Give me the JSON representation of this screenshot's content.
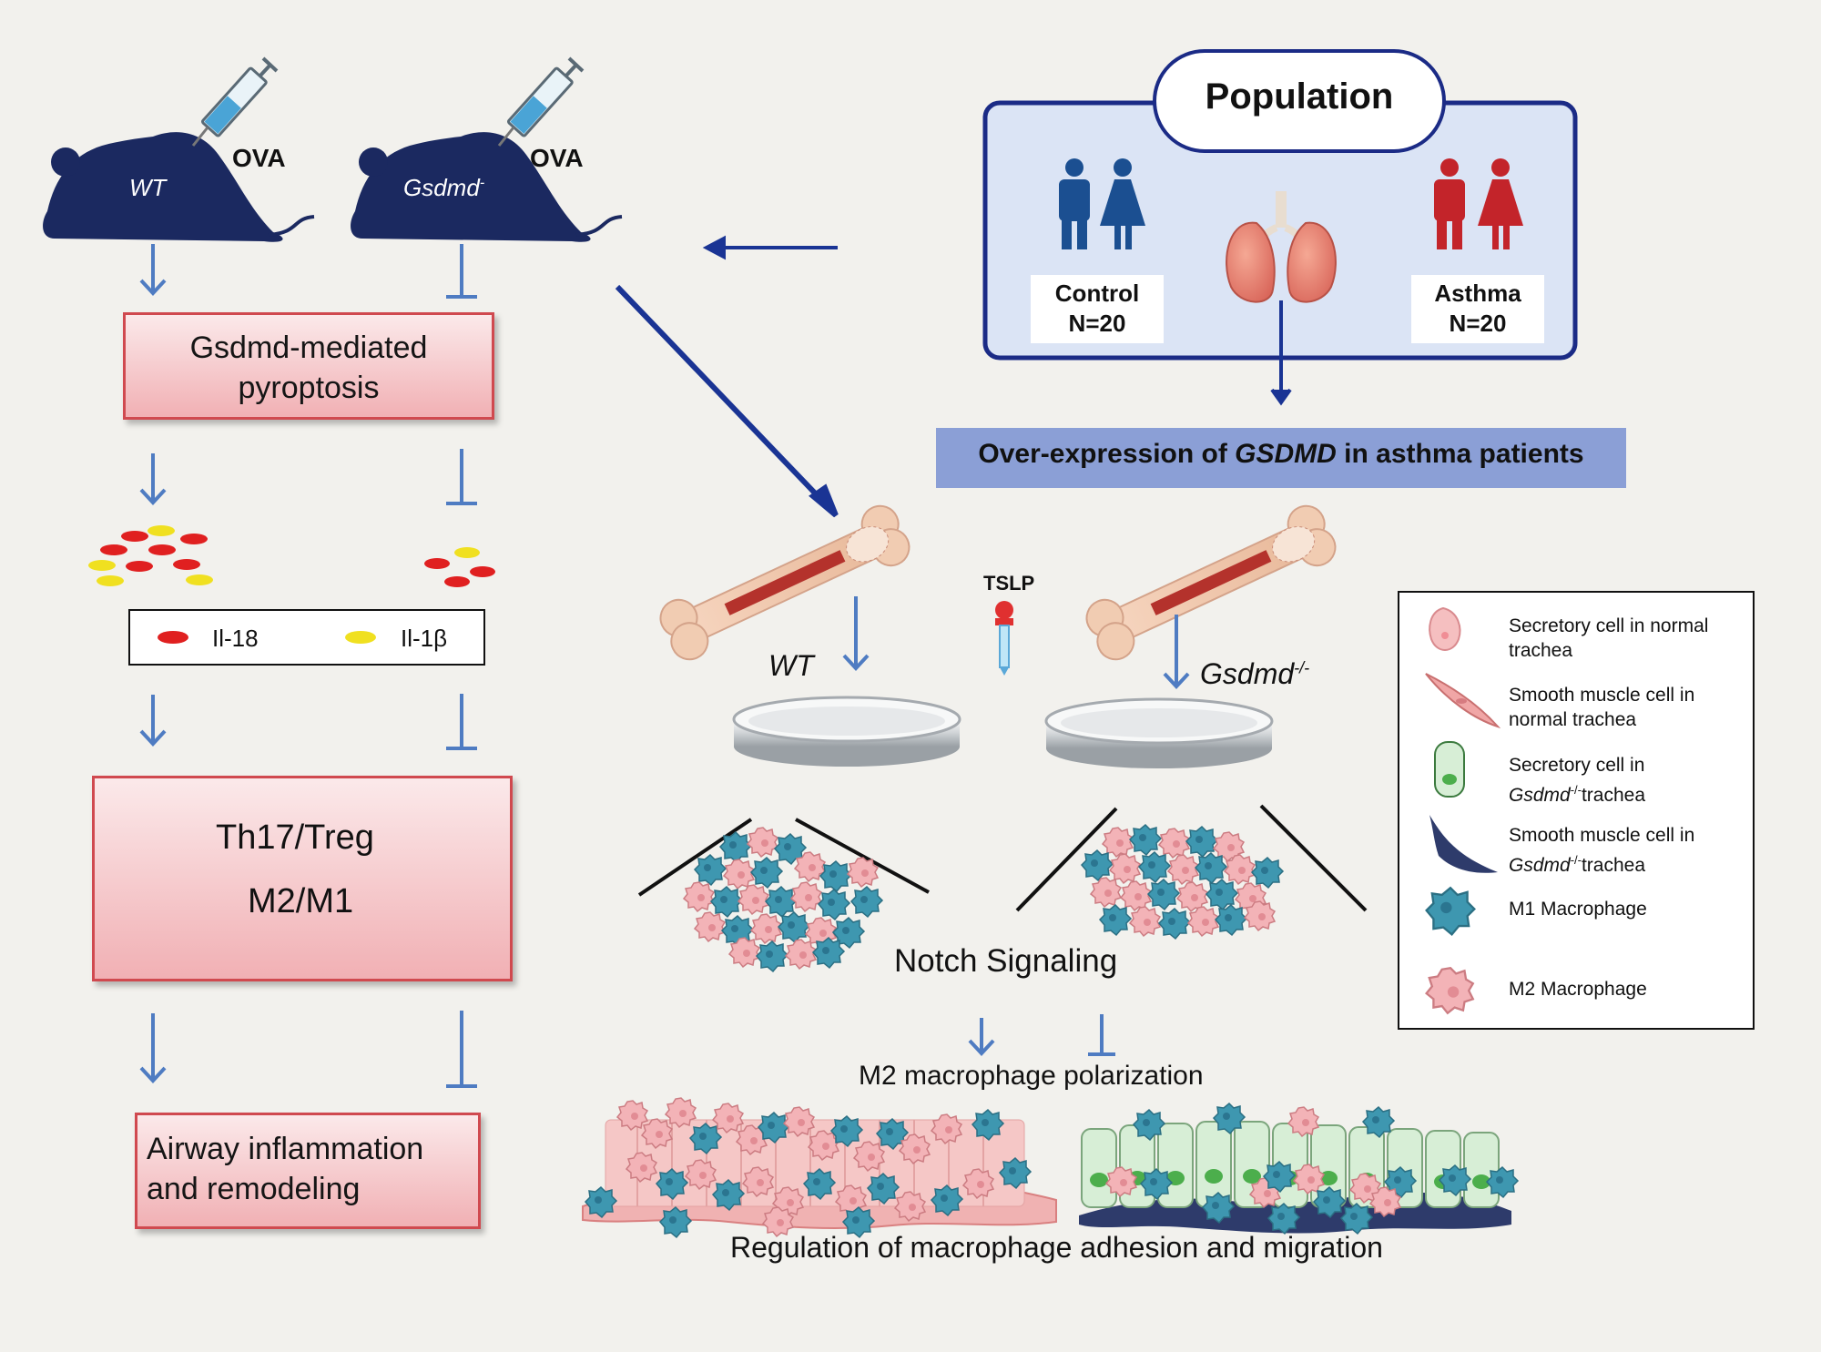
{
  "mice": {
    "wt_label": "WT",
    "ko_label": "Gsdmd",
    "ko_sup": "-",
    "treatment_left": "OVA",
    "treatment_right": "OVA"
  },
  "left_flow": {
    "box1": [
      "Gsdmd-mediated",
      "pyroptosis"
    ],
    "cytokine_legend": {
      "il18": "Il-18",
      "il1b": "Il-1β"
    },
    "box2": {
      "line1": "Th17/Treg",
      "line2": "M2/M1"
    },
    "box3": [
      "Airway inflammation",
      "and remodeling"
    ]
  },
  "population": {
    "title": "Population",
    "control_label": "Control",
    "control_n": "N=20",
    "asthma_label": "Asthma",
    "asthma_n": "N=20",
    "result_pre": "Over-expression of ",
    "result_gene": "GSDMD",
    "result_post": " in asthma patients"
  },
  "culture": {
    "wt_label": "WT",
    "ko_label": "Gsdmd",
    "ko_sup": "-/-",
    "tslp_label": "TSLP"
  },
  "pathway": {
    "notch": "Notch Signaling",
    "polarization": "M2 macrophage polarization",
    "regulation": "Regulation of macrophage adhesion and migration"
  },
  "legend": {
    "items": [
      {
        "line1": "Secretory cell in normal",
        "line2": "trachea"
      },
      {
        "line1": "Smooth muscle cell in",
        "line2": "normal trachea"
      },
      {
        "line1": "Secretory cell in",
        "line2_italic": "Gsdmd",
        "line2_sup": "-/-",
        "line2_rest": "trachea"
      },
      {
        "line1": "Smooth muscle cell in",
        "line2_italic": "Gsdmd",
        "line2_sup": "-/-",
        "line2_rest": "trachea"
      },
      {
        "line1": "M1 Macrophage"
      },
      {
        "line1": "M2 Macrophage"
      }
    ]
  },
  "colors": {
    "navy": "#1b2960",
    "arrow_blue": "#4f7cc2",
    "dark_arrow": "#1a3494",
    "box_red": "#d0494f",
    "panel_fill": "#dbe4f5",
    "result_bar": "#8b9fd6",
    "m1": "#3e97b0",
    "m2": "#f3b3b7",
    "il18": "#e02020",
    "il1b": "#f0e020",
    "male_female_control": "#1b4f91",
    "male_female_asthma": "#c3242a"
  }
}
